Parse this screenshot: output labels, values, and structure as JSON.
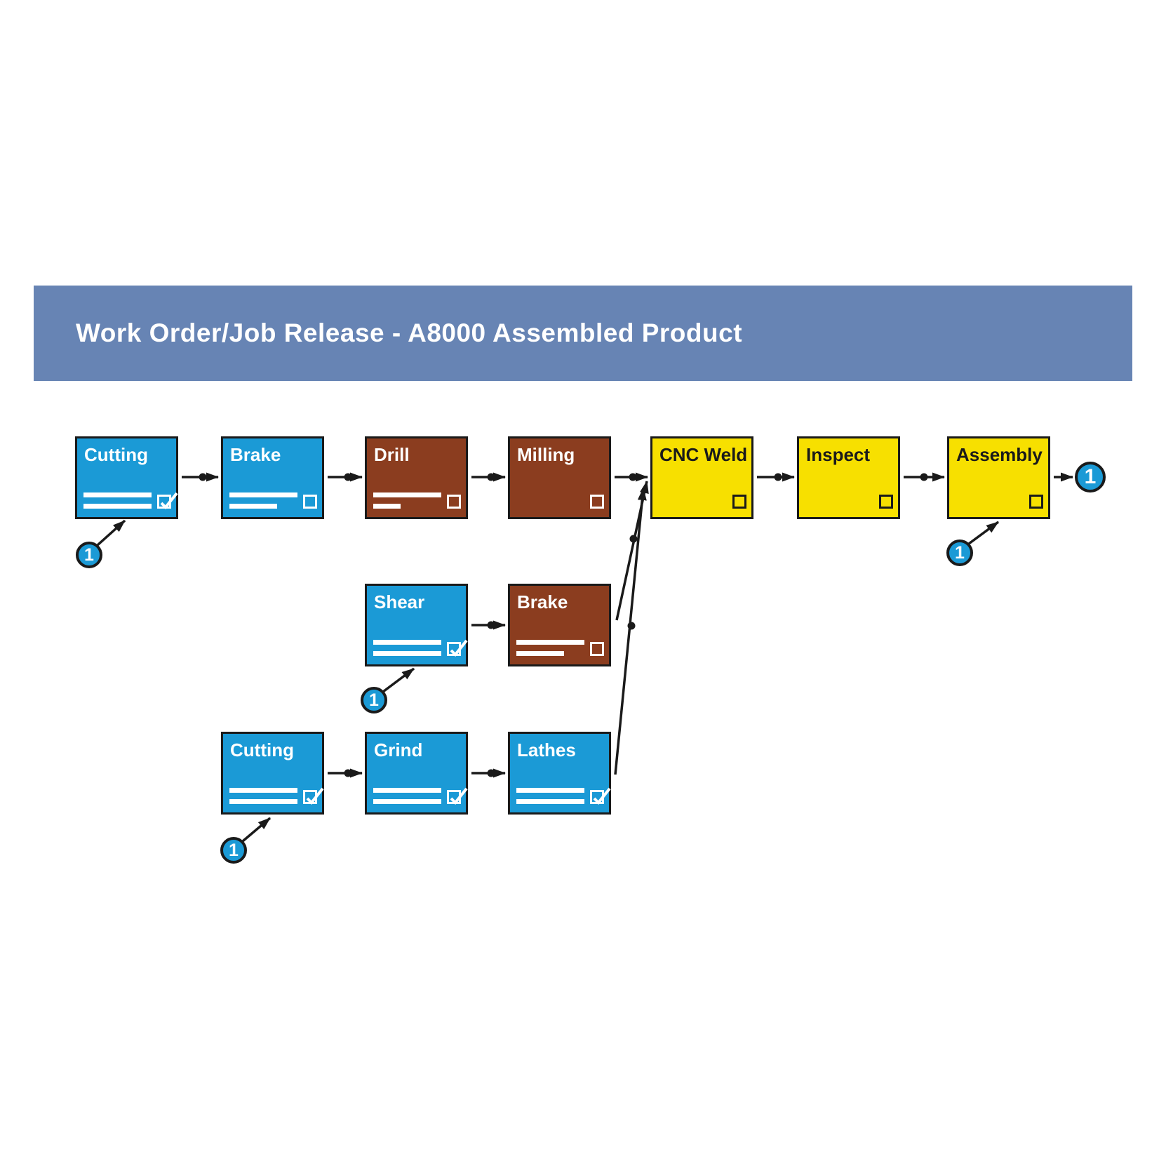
{
  "header": {
    "title": "Work Order/Job Release - A8000 Assembled Product",
    "bg": "#6784b4",
    "text_color": "#ffffff"
  },
  "colors": {
    "blue": "#1b9ad6",
    "brown": "#8b3d1f",
    "yellow": "#f7e000",
    "line": "#1a1a1a",
    "badge_fill": "#1b9ad6"
  },
  "nodes": [
    {
      "label": "Cutting",
      "color": "blue",
      "row": 1,
      "bars": "two-equal",
      "checkbox": "checked"
    },
    {
      "label": "Brake",
      "color": "blue",
      "row": 1,
      "bars": "long-medium",
      "checkbox": "empty"
    },
    {
      "label": "Drill",
      "color": "brown",
      "row": 1,
      "bars": "long-short",
      "checkbox": "empty"
    },
    {
      "label": "Milling",
      "color": "brown",
      "row": 1,
      "bars": "none",
      "checkbox": "empty"
    },
    {
      "label": "CNC Weld",
      "color": "yellow",
      "row": 1,
      "bars": "none",
      "checkbox": "empty"
    },
    {
      "label": "Inspect",
      "color": "yellow",
      "row": 1,
      "bars": "none",
      "checkbox": "empty"
    },
    {
      "label": "Assembly",
      "color": "yellow",
      "row": 1,
      "bars": "none",
      "checkbox": "empty"
    },
    {
      "label": "Shear",
      "color": "blue",
      "row": 2,
      "bars": "two-equal",
      "checkbox": "checked"
    },
    {
      "label": "Brake",
      "color": "brown",
      "row": 2,
      "bars": "long-medium",
      "checkbox": "empty"
    },
    {
      "label": "Cutting",
      "color": "blue",
      "row": 3,
      "bars": "two-equal",
      "checkbox": "checked"
    },
    {
      "label": "Grind",
      "color": "blue",
      "row": 3,
      "bars": "two-equal",
      "checkbox": "checked"
    },
    {
      "label": "Lathes",
      "color": "blue",
      "row": 3,
      "bars": "two-equal",
      "checkbox": "checked"
    }
  ],
  "badges": [
    {
      "label": "1"
    },
    {
      "label": "1"
    },
    {
      "label": "1"
    },
    {
      "label": "1"
    },
    {
      "label": "1"
    }
  ]
}
